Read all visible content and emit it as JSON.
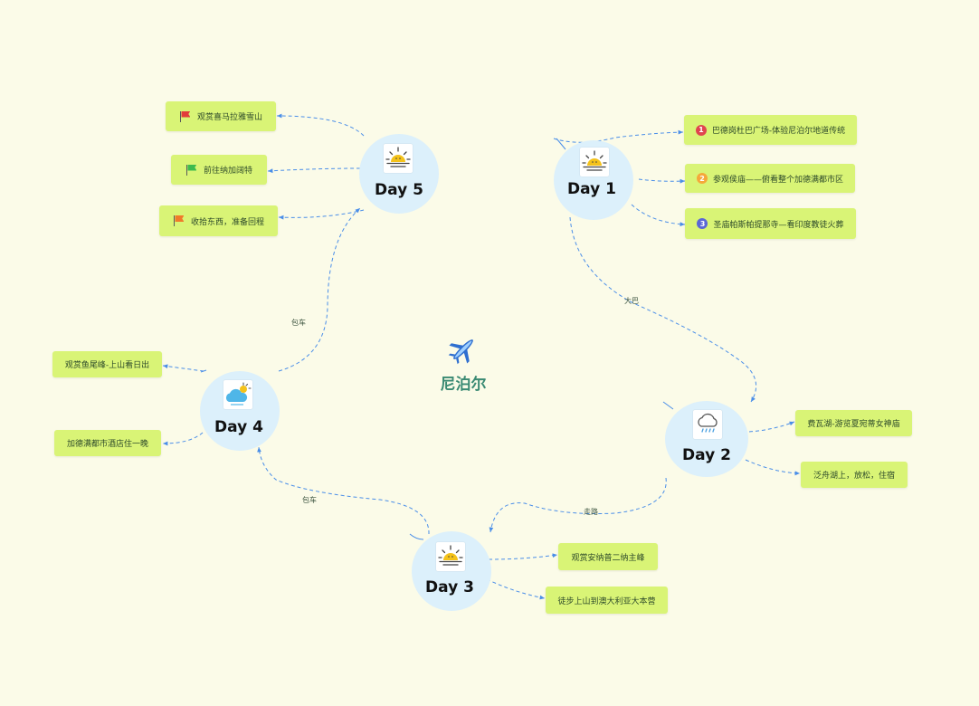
{
  "center": {
    "title": "尼泊尔",
    "icon": "airplane-icon"
  },
  "days": [
    {
      "id": "day1",
      "label": "Day 1",
      "icon": "sunrise-icon",
      "tasks": [
        {
          "text": "巴德岗杜巴广场-体验尼泊尔地道传统",
          "marker": "1",
          "marker_color": "#e0454f"
        },
        {
          "text": "参观侯庙——俯看整个加德满都市区",
          "marker": "2",
          "marker_color": "#f5a83a"
        },
        {
          "text": "圣庙帕斯帕提那寺—看印度教徒火葬",
          "marker": "3",
          "marker_color": "#5a66d6"
        }
      ]
    },
    {
      "id": "day2",
      "label": "Day 2",
      "icon": "rain-cloud-icon",
      "tasks": [
        {
          "text": "费瓦湖-游览夏宛蒂女神庙"
        },
        {
          "text": "泛舟湖上，放松，住宿"
        }
      ]
    },
    {
      "id": "day3",
      "label": "Day 3",
      "icon": "sunrise-icon",
      "tasks": [
        {
          "text": "观赏安纳普二纳主峰"
        },
        {
          "text": "徒步上山到澳大利亚大本营"
        }
      ]
    },
    {
      "id": "day4",
      "label": "Day 4",
      "icon": "partly-cloudy-icon",
      "tasks": [
        {
          "text": "观赏鱼尾峰-上山看日出"
        },
        {
          "text": "加德满都市酒店住一晚"
        }
      ]
    },
    {
      "id": "day5",
      "label": "Day 5",
      "icon": "sunrise-icon",
      "tasks": [
        {
          "text": "观赏喜马拉雅雪山",
          "marker": "flag",
          "marker_color": "#e23b3b"
        },
        {
          "text": "前往纳加阔特",
          "marker": "flag",
          "marker_color": "#3dbb4e"
        },
        {
          "text": "收拾东西，准备回程",
          "marker": "flag",
          "marker_color": "#f07a2a"
        }
      ]
    }
  ],
  "transitions": [
    {
      "from": "day1",
      "to": "day2",
      "label": "大巴"
    },
    {
      "from": "day2",
      "to": "day3",
      "label": "走路"
    },
    {
      "from": "day3",
      "to": "day4",
      "label": "包车"
    },
    {
      "from": "day4",
      "to": "day5",
      "label": "包车"
    }
  ],
  "colors": {
    "background": "#fbfbe8",
    "node": "#d9f476",
    "day_circle": "#dcf0fb",
    "connector": "#4a8ee8",
    "title": "#3a8a73"
  }
}
